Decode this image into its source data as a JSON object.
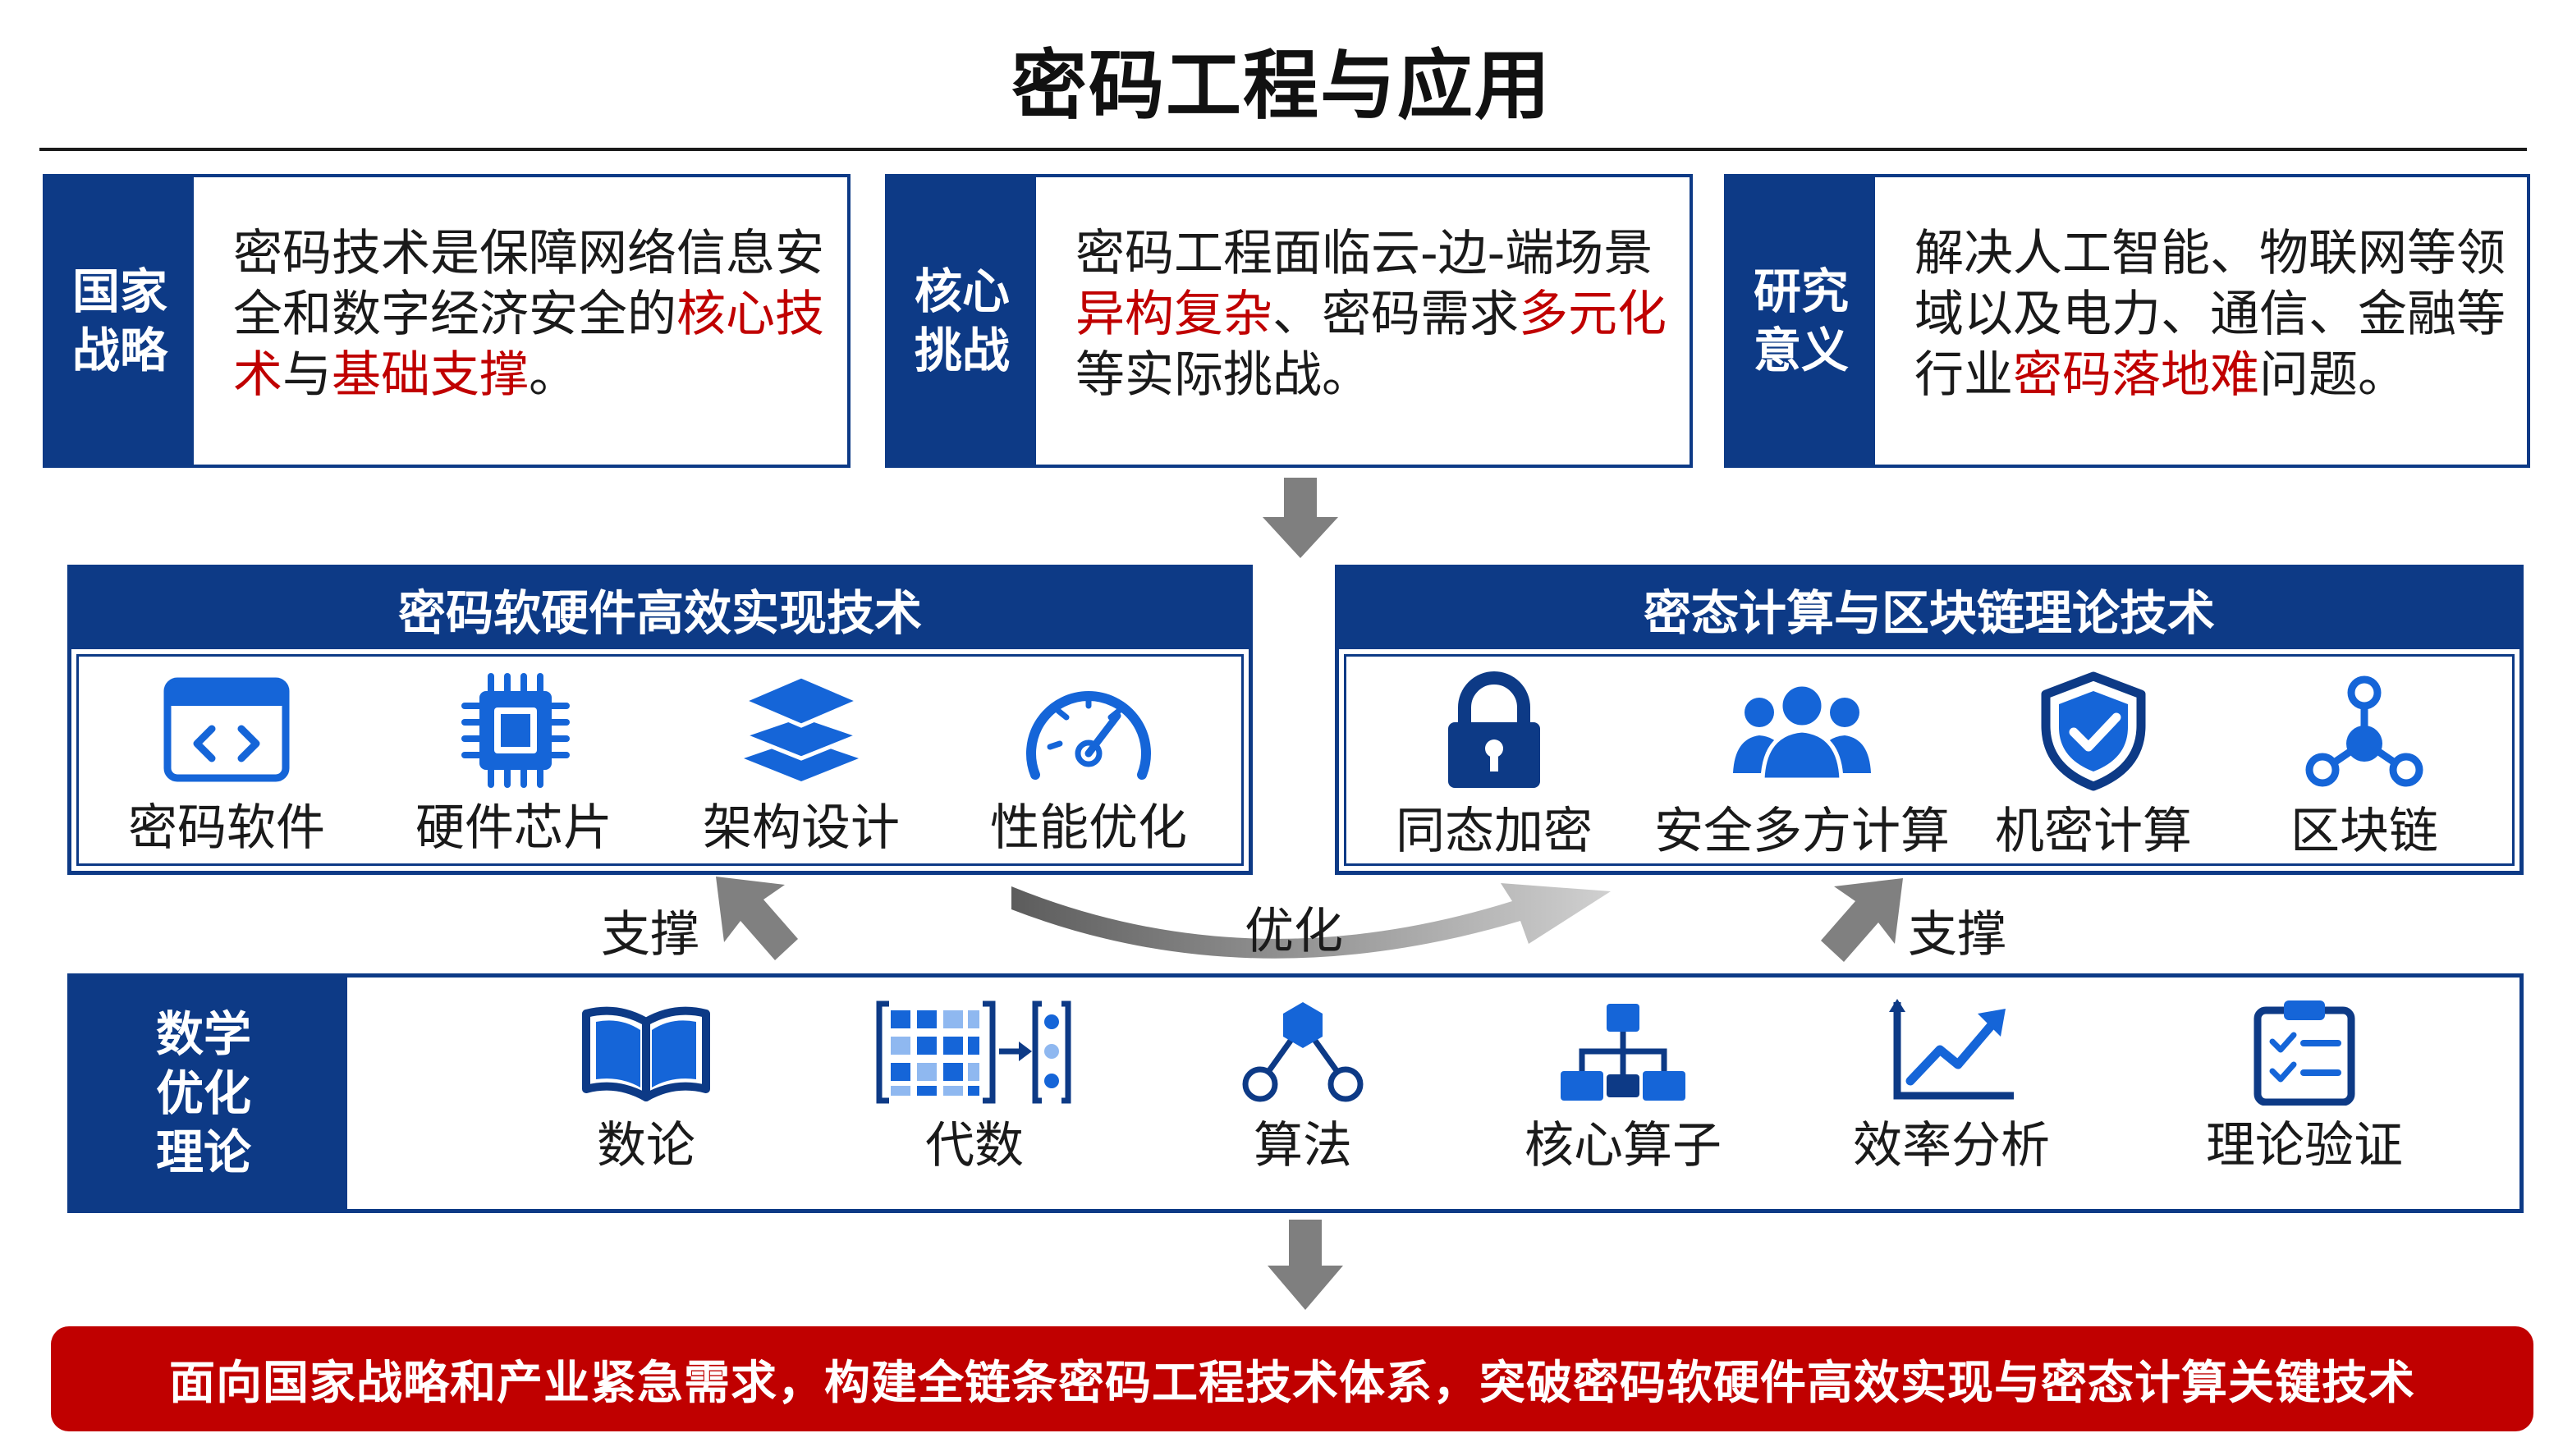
{
  "title": "密码工程与应用",
  "top_cards": [
    {
      "tag": "国家战略",
      "segments": [
        {
          "text": "密码技术是保障网络信息安全和数字经济安全的",
          "red": false
        },
        {
          "text": "核心技术",
          "red": true
        },
        {
          "text": "与",
          "red": false
        },
        {
          "text": "基础支撑",
          "red": true
        },
        {
          "text": "。",
          "red": false
        }
      ]
    },
    {
      "tag": "核心挑战",
      "segments": [
        {
          "text": "密码工程面临云-边-端场景",
          "red": false
        },
        {
          "text": "异构复杂",
          "red": true
        },
        {
          "text": "、密码需求",
          "red": false
        },
        {
          "text": "多元化",
          "red": true
        },
        {
          "text": "等实际挑战。",
          "red": false
        }
      ]
    },
    {
      "tag": "研究意义",
      "segments": [
        {
          "text": "解决人工智能、物联网等领域以及电力、通信、金融等行业",
          "red": false
        },
        {
          "text": "密码落地难",
          "red": true
        },
        {
          "text": "问题。",
          "red": false
        }
      ]
    }
  ],
  "left_panel": {
    "title": "密码软硬件高效实现技术",
    "items": [
      {
        "label": "密码软件",
        "icon": "code-window-icon"
      },
      {
        "label": "硬件芯片",
        "icon": "chip-icon"
      },
      {
        "label": "架构设计",
        "icon": "layers-icon"
      },
      {
        "label": "性能优化",
        "icon": "speedometer-icon"
      }
    ]
  },
  "right_panel": {
    "title": "密态计算与区块链理论技术",
    "items": [
      {
        "label": "同态加密",
        "icon": "lock-icon"
      },
      {
        "label": "安全多方计算",
        "icon": "users-group-icon"
      },
      {
        "label": "机密计算",
        "icon": "shield-check-icon"
      },
      {
        "label": "区块链",
        "icon": "network-nodes-icon"
      }
    ]
  },
  "arrows": {
    "left": "支撑",
    "middle": "优化",
    "right": "支撑"
  },
  "math_panel": {
    "tag": "数学优化理论",
    "items": [
      {
        "label": "数论",
        "icon": "open-book-icon"
      },
      {
        "label": "代数",
        "icon": "matrix-icon"
      },
      {
        "label": "算法",
        "icon": "graph-nodes-icon"
      },
      {
        "label": "核心算子",
        "icon": "hierarchy-icon"
      },
      {
        "label": "效率分析",
        "icon": "trend-chart-icon"
      },
      {
        "label": "理论验证",
        "icon": "clipboard-check-icon"
      }
    ]
  },
  "banner": "面向国家战略和产业紧急需求，构建全链条密码工程技术体系，突破密码软硬件高效实现与密态计算关键技术",
  "colors": {
    "navy": "#0d3a86",
    "red": "#c00000",
    "icon_blue": "#1565d8",
    "arrow_grey": "#7f7f7f"
  }
}
